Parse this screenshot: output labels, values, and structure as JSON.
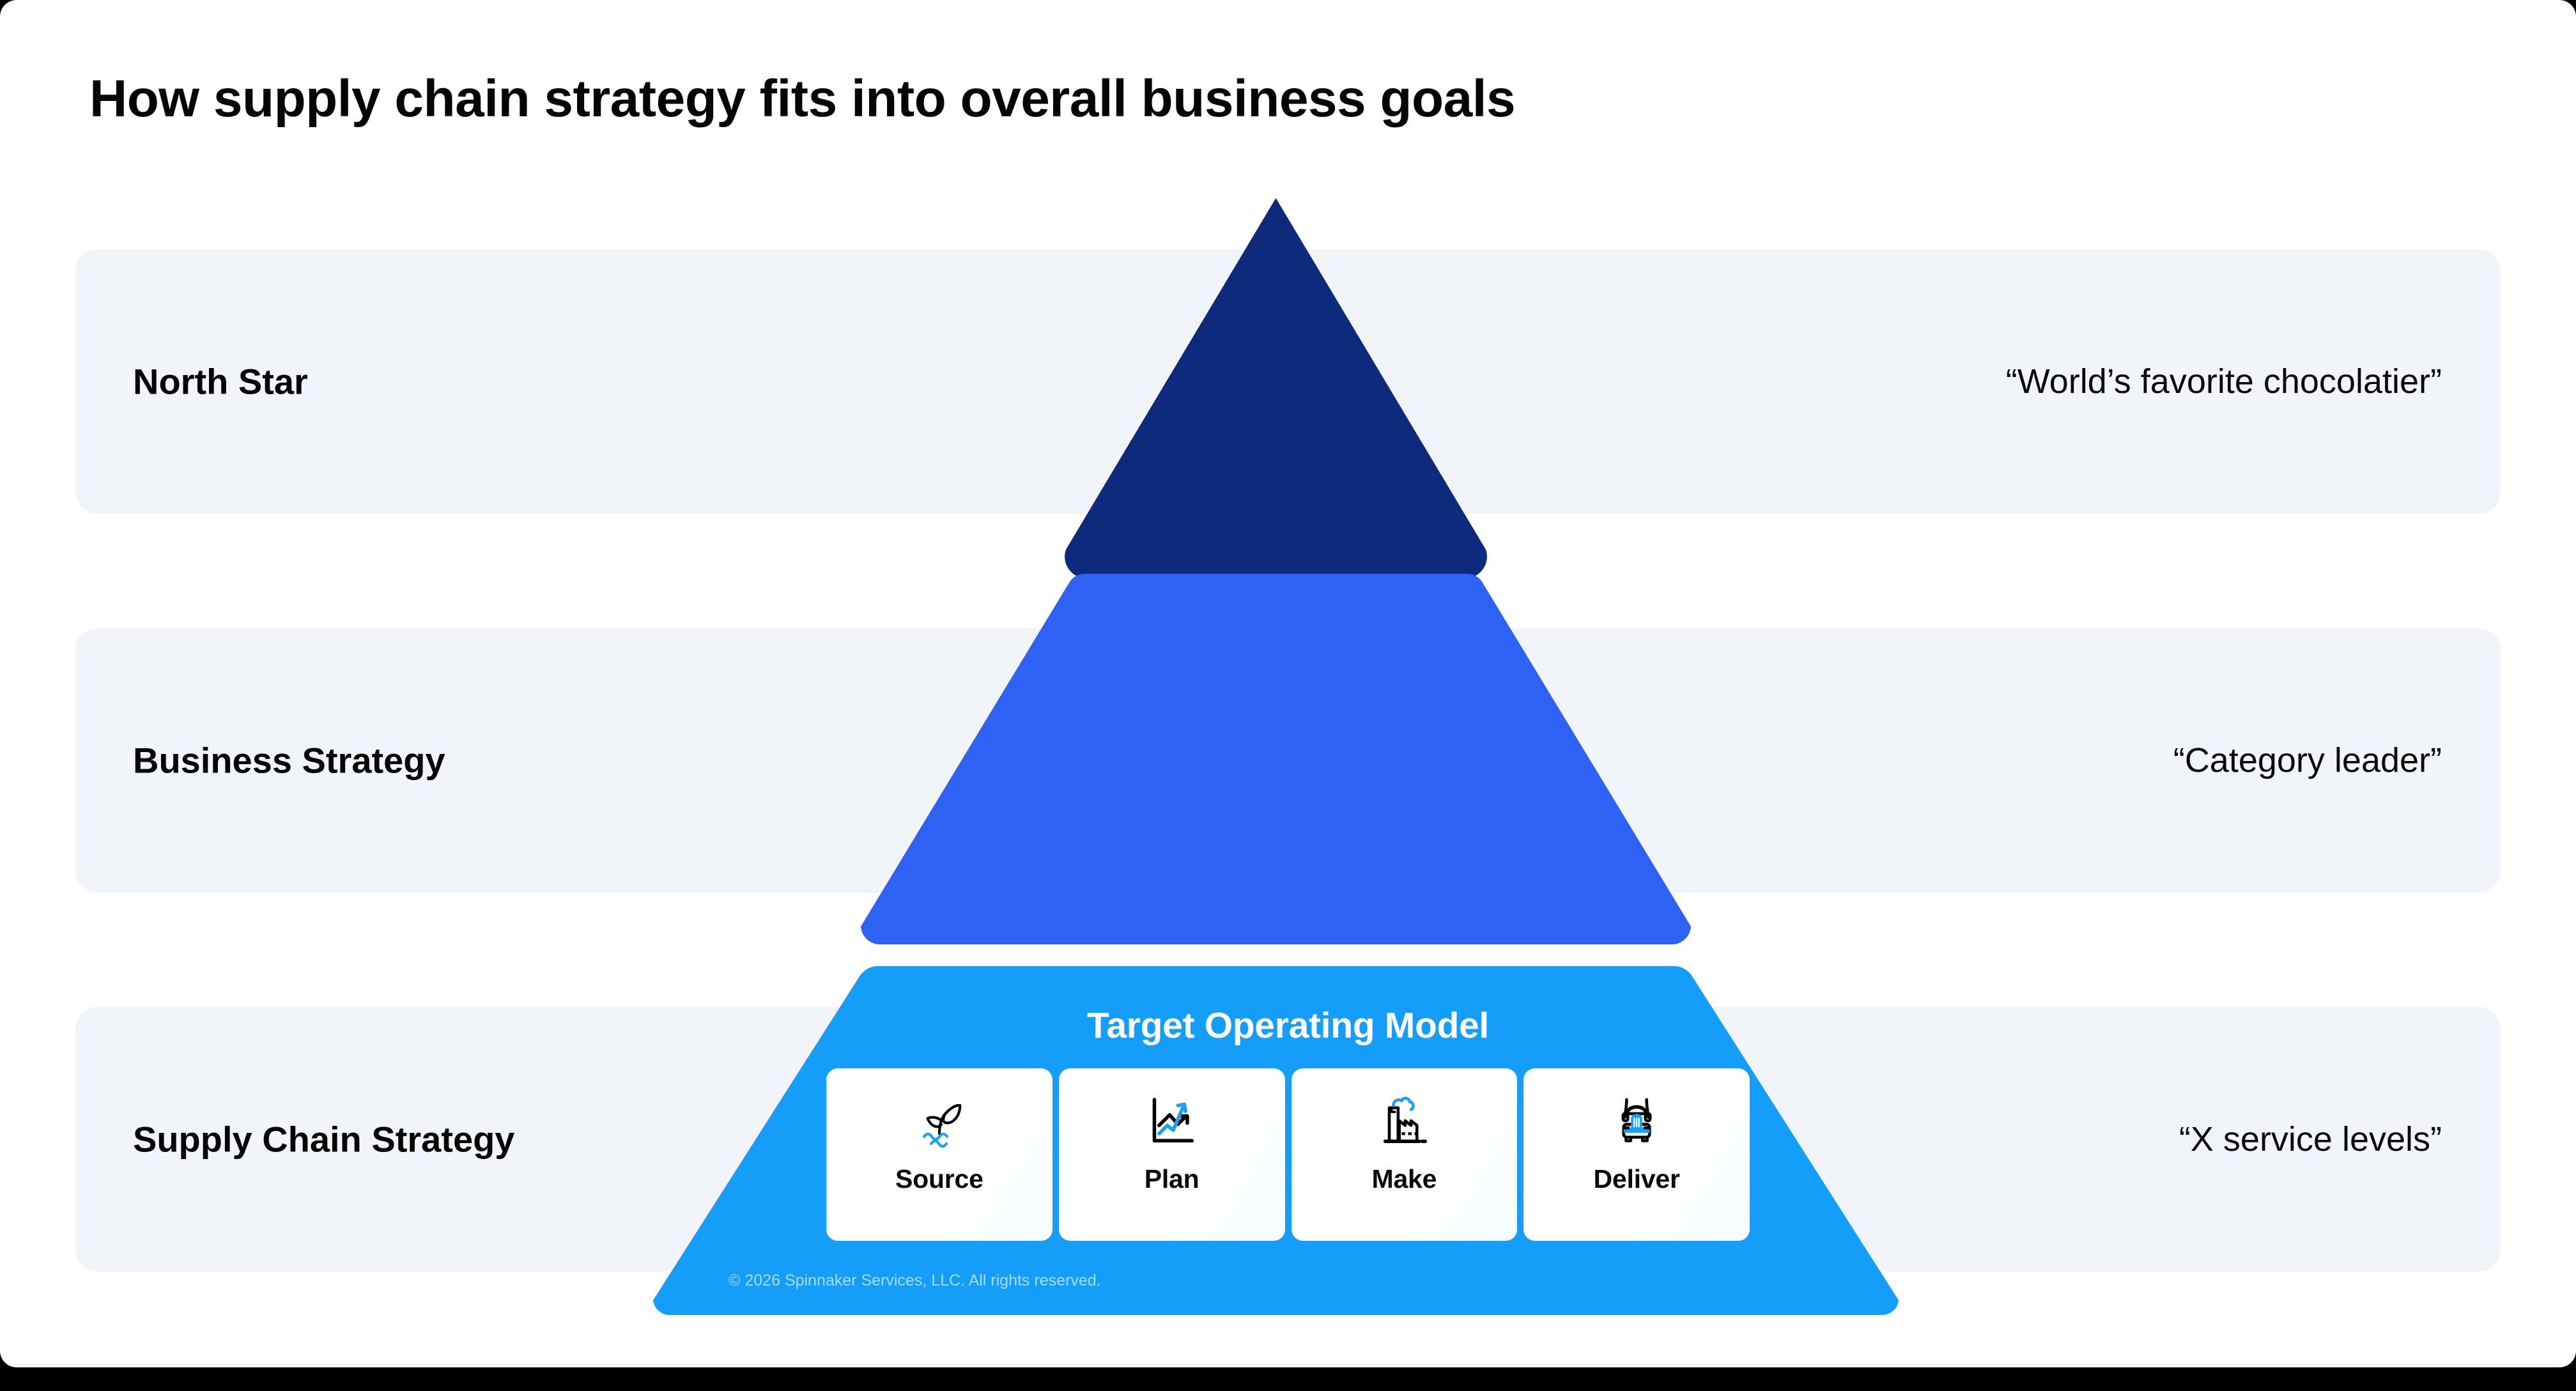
{
  "page": {
    "title": "How supply chain strategy fits into overall business goals",
    "copyright": "© 2026 Spinnaker Services, LLC. All rights reserved."
  },
  "colors": {
    "page_background": "#FFFFFF",
    "outer_background": "#000000",
    "band_background": "#F1F4F9",
    "tier_north_star": "#0D2A7D",
    "tier_business_strategy": "#2D62F5",
    "tier_supply_chain": "#149EFA",
    "icon_accent": "#17A2F8",
    "icon_outline": "#000000",
    "text_primary": "#050505",
    "text_on_blue": "#FFFFFF",
    "copyright_text": "#A9DCFD"
  },
  "rows": [
    {
      "label": "North Star",
      "quote": "“World’s favorite chocolatier”",
      "tier_color": "#0D2A7D"
    },
    {
      "label": "Business Strategy",
      "quote": "“Category leader”",
      "tier_color": "#2D62F5"
    },
    {
      "label": "Supply Chain Strategy",
      "quote": "“X service levels”",
      "tier_color": "#149EFA"
    }
  ],
  "target_operating_model": {
    "title": "Target Operating Model",
    "cards": [
      {
        "label": "Source",
        "icon": "sprout-icon"
      },
      {
        "label": "Plan",
        "icon": "growth-chart-icon"
      },
      {
        "label": "Make",
        "icon": "factory-icon"
      },
      {
        "label": "Deliver",
        "icon": "truck-icon"
      }
    ]
  }
}
